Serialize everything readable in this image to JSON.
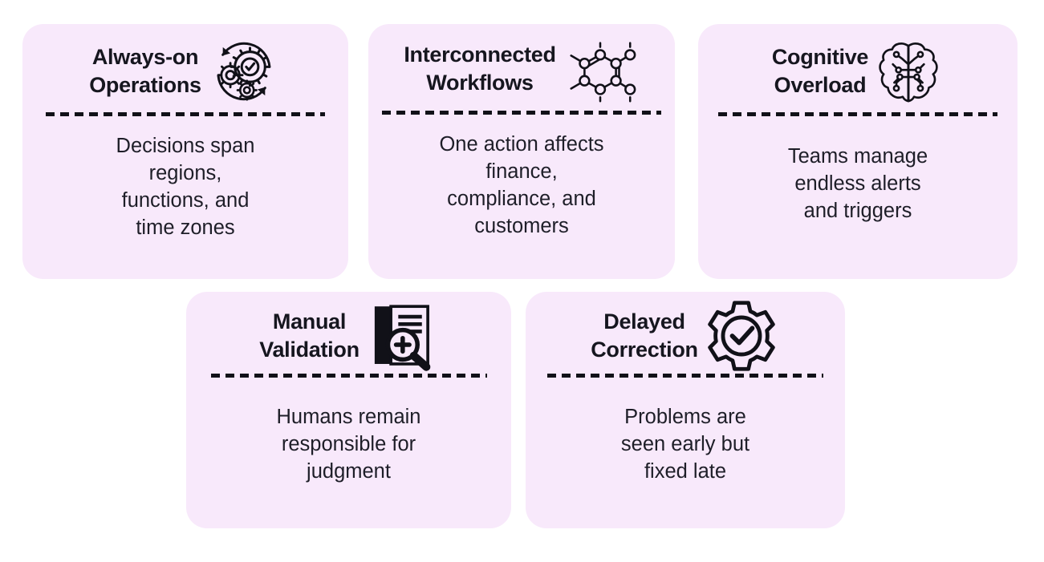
{
  "theme": {
    "page_background": "#ffffff",
    "card_background": "#f8e9fb",
    "title_color": "#16161f",
    "body_color": "#1e1e28",
    "divider_color": "#111118"
  },
  "cards": [
    {
      "id": "always-on-operations",
      "title": "Always-on\nOperations",
      "body": "Decisions span\nregions,\nfunctions, and\ntime zones",
      "icon": "gears-refresh-cycle-icon"
    },
    {
      "id": "interconnected-workflows",
      "title": "Interconnected\nWorkflows",
      "body": "One action affects\nfinance,\ncompliance, and\ncustomers",
      "icon": "molecule-network-icon"
    },
    {
      "id": "cognitive-overload",
      "title": "Cognitive\nOverload",
      "body": "Teams manage\nendless alerts\nand triggers",
      "icon": "brain-circuit-icon"
    },
    {
      "id": "manual-validation",
      "title": "Manual\nValidation",
      "body": "Humans remain\nresponsible for\njudgment",
      "icon": "document-magnifier-icon"
    },
    {
      "id": "delayed-correction",
      "title": "Delayed\nCorrection",
      "body": "Problems are\nseen early but\nfixed late",
      "icon": "gear-checkmark-icon"
    }
  ]
}
